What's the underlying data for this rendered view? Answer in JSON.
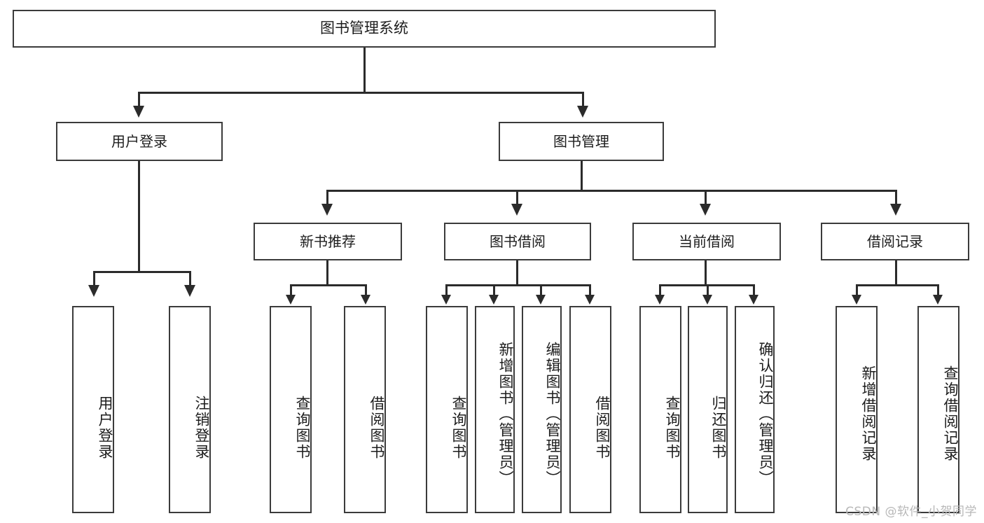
{
  "diagram": {
    "type": "tree",
    "title": "图书管理系统",
    "root": {
      "label": "图书管理系统"
    },
    "level2": [
      {
        "label": "用户登录"
      },
      {
        "label": "图书管理"
      }
    ],
    "level3": [
      {
        "label": "新书推荐",
        "parent": "图书管理"
      },
      {
        "label": "图书借阅",
        "parent": "图书管理"
      },
      {
        "label": "当前借阅",
        "parent": "图书管理"
      },
      {
        "label": "借阅记录",
        "parent": "图书管理"
      }
    ],
    "leaves": {
      "user_login": [
        {
          "label": "用户登录"
        },
        {
          "label": "注销登录"
        }
      ],
      "new_book": [
        {
          "label": "查询图书"
        },
        {
          "label": "借阅图书"
        }
      ],
      "borrow": [
        {
          "label": "查询图书"
        },
        {
          "label": "新增图书（管理员）"
        },
        {
          "label": "编辑图书（管理员）"
        },
        {
          "label": "借阅图书"
        }
      ],
      "current": [
        {
          "label": "查询图书"
        },
        {
          "label": "归还图书"
        },
        {
          "label": "确认归还（管理员）"
        }
      ],
      "records": [
        {
          "label": "新增借阅记录"
        },
        {
          "label": "查询借阅记录"
        }
      ]
    }
  },
  "watermark": {
    "text": "CSDN @软件_小贺同学"
  },
  "colors": {
    "box_border": "#3b3b3b",
    "connector": "#2b2b2b",
    "background": "#ffffff",
    "text": "#1c1c1c",
    "watermark": "#b8b8b8"
  }
}
